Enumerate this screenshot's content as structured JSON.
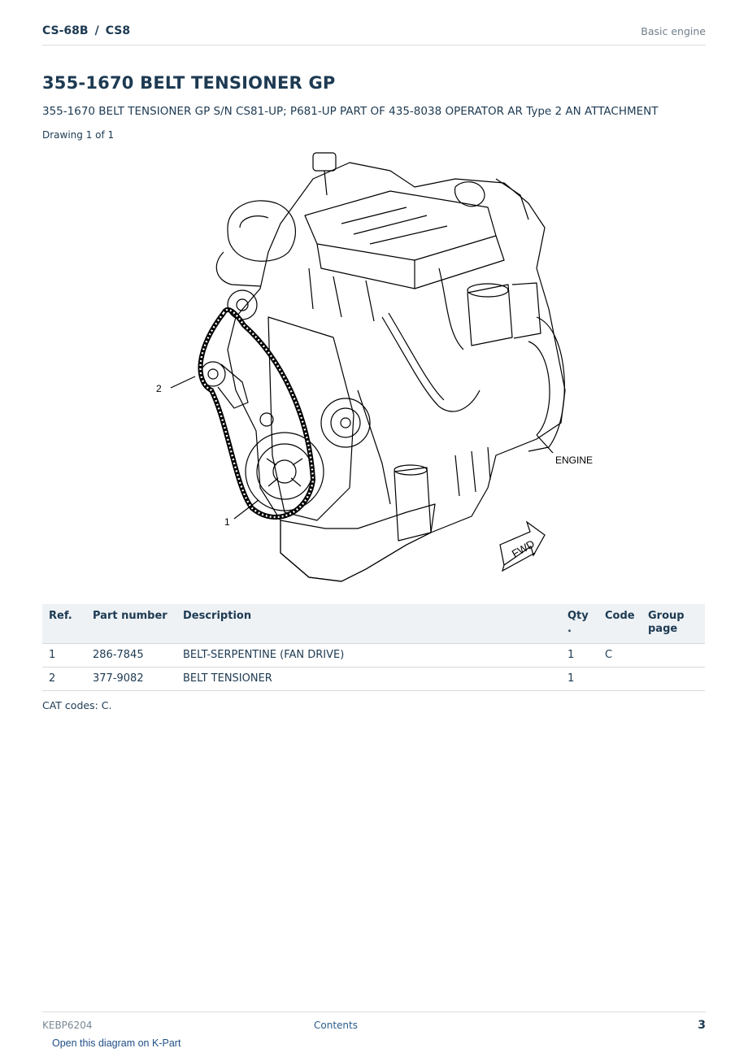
{
  "header": {
    "model": "CS-68B",
    "separator": "/",
    "series": "CS8",
    "section": "Basic engine"
  },
  "title": "355-1670 BELT TENSIONER GP",
  "subtitle": "355-1670 BELT TENSIONER GP S/N CS81-UP; P681-UP PART OF 435-8038 OPERATOR AR Type 2 AN ATTACHMENT",
  "drawing_count": "Drawing 1 of 1",
  "diagram": {
    "callout_1": "1",
    "callout_2": "2",
    "engine_label": "ENGINE",
    "fwd_label": "FWD"
  },
  "table": {
    "headers": {
      "ref": "Ref.",
      "part_number": "Part number",
      "description": "Description",
      "qty_line1": "Qty",
      "qty_line2": ".",
      "code": "Code",
      "group_line1": "Group",
      "group_line2": "page"
    },
    "rows": [
      {
        "ref": "1",
        "part_number": "286-7845",
        "description": "BELT-SERPENTINE (FAN DRIVE)",
        "qty": "1",
        "code": "C",
        "group_page": ""
      },
      {
        "ref": "2",
        "part_number": "377-9082",
        "description": "BELT TENSIONER",
        "qty": "1",
        "code": "",
        "group_page": ""
      }
    ]
  },
  "cat_codes": "CAT codes: C.",
  "footer": {
    "doc_id": "KEBP6204",
    "contents": "Contents",
    "page_number": "3",
    "kpart_link": "Open this diagram on K-Part"
  }
}
